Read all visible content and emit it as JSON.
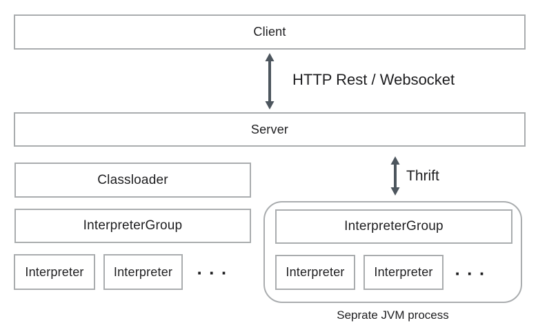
{
  "diagram": {
    "client": {
      "label": "Client"
    },
    "server": {
      "label": "Server"
    },
    "classloader": {
      "label": "Classloader"
    },
    "http_link": {
      "label": "HTTP Rest / Websocket"
    },
    "thrift_link": {
      "label": "Thrift"
    },
    "local_group": {
      "group_label": "InterpreterGroup",
      "interpreters": [
        "Interpreter",
        "Interpreter"
      ],
      "ellipsis": "···"
    },
    "remote_group": {
      "group_label": "InterpreterGroup",
      "interpreters": [
        "Interpreter",
        "Interpreter"
      ],
      "ellipsis": "···",
      "caption": "Seprate JVM process"
    }
  },
  "colors": {
    "box-border": "#a9acae",
    "arrow": "#4d565e",
    "text": "#1d1d1f",
    "background": "#ffffff"
  }
}
